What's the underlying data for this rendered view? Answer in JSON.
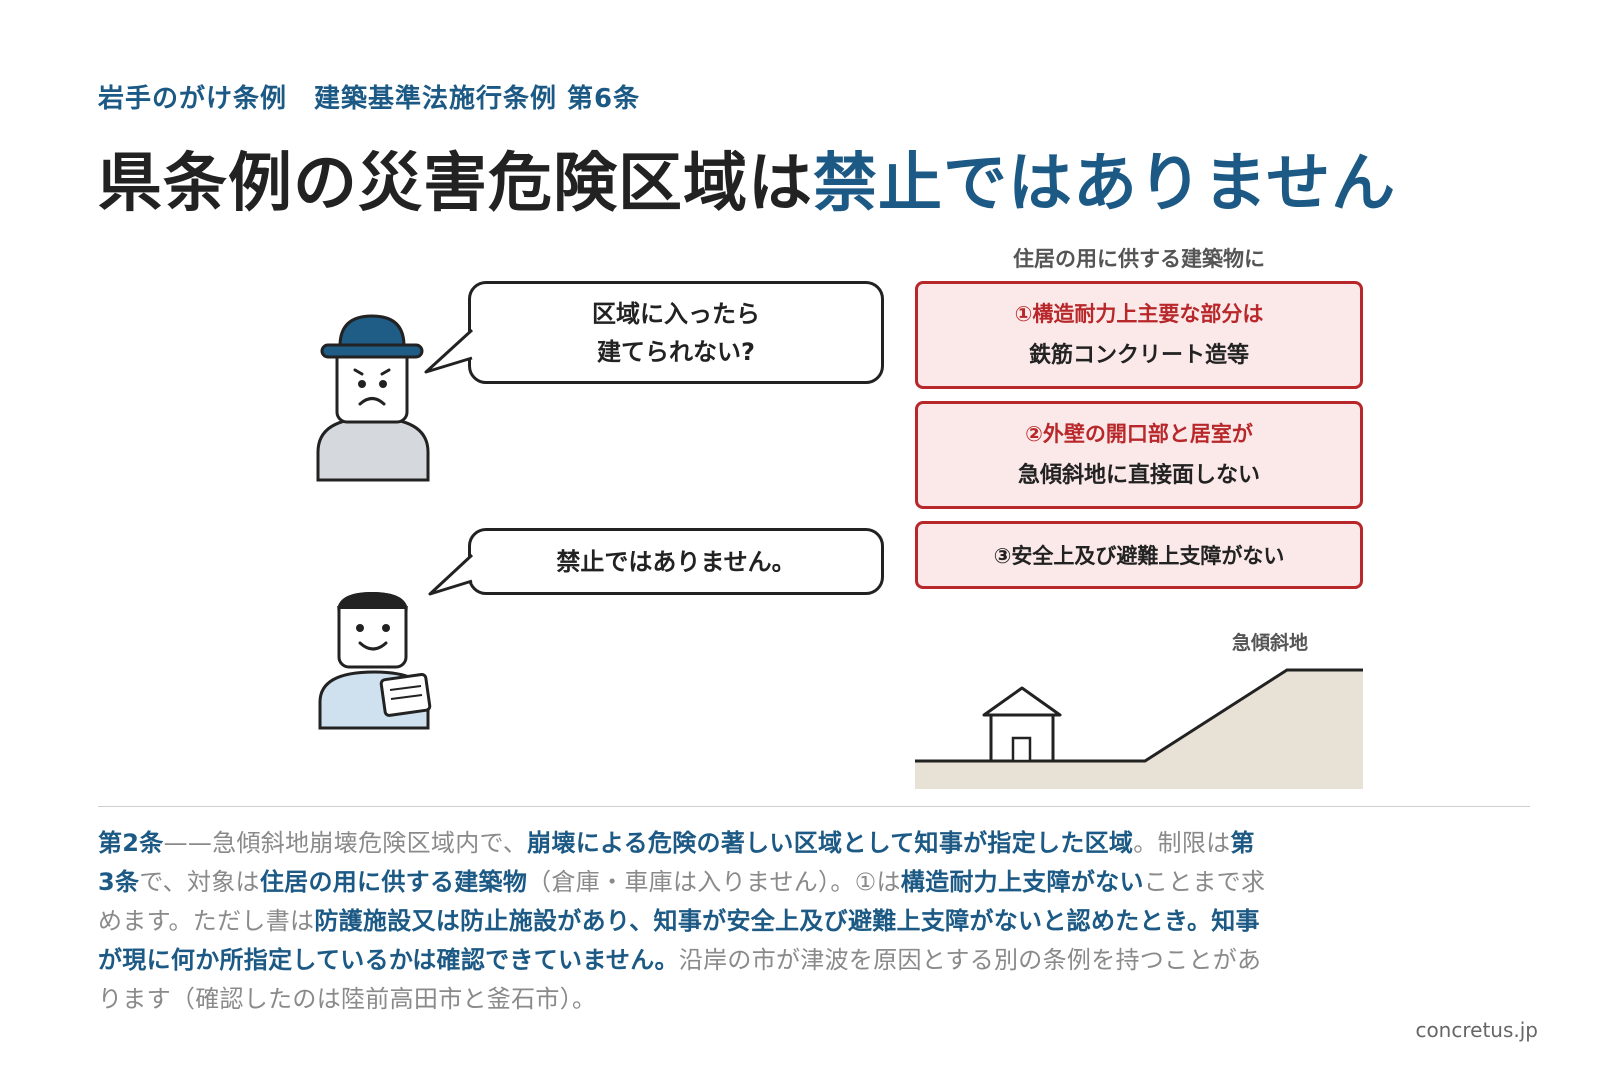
{
  "header": {
    "subtitle": "岩手のがけ条例　建築基準法施行条例 第6条",
    "title_main": "県条例の災害危険区域は",
    "title_accent": "禁止ではありません"
  },
  "dialogue": {
    "question_line1": "区域に入ったら",
    "question_line2": "建てられない?",
    "answer": "禁止ではありません。"
  },
  "conditions": {
    "heading": "住居の用に供する建築物に",
    "items": [
      {
        "title": "①構造耐力上主要な部分は",
        "body": "鉄筋コンクリート造等"
      },
      {
        "title": "②外壁の開口部と居室が",
        "body": "急傾斜地に直接面しない"
      },
      {
        "title": "③安全上及び避難上支障がない"
      }
    ]
  },
  "slope": {
    "label": "急傾斜地"
  },
  "body": {
    "s1": "第2条",
    "s2": "——急傾斜地崩壊危険区域内で、",
    "s3": "崩壊による危険の著しい区域として知事が指定した区域",
    "s4": "。制限は",
    "s5": "第3条",
    "s6": "で、対象は",
    "s7": "住居の用に供する建築物",
    "s8": "（倉庫・車庫は入りません）。①は",
    "s9": "構造耐力上支障がない",
    "s10": "ことまで求めます。ただし書は",
    "s11": "防護施設又は防止施設があり、知事が安全上及び避難上支障がないと認めたとき。知事が現に何か所指定しているかは確認できていません。",
    "s12": "沿岸の市が津波を原因とする別の条例を持つことがあります（確認したのは陸前高田市と釜石市）。"
  },
  "footer": {
    "credit": "concretus.jp"
  },
  "colors": {
    "accent": "#1c5a85",
    "alert": "#b8282b",
    "alert_bg": "#fbe8e8",
    "ground": "#e8e1d5"
  }
}
